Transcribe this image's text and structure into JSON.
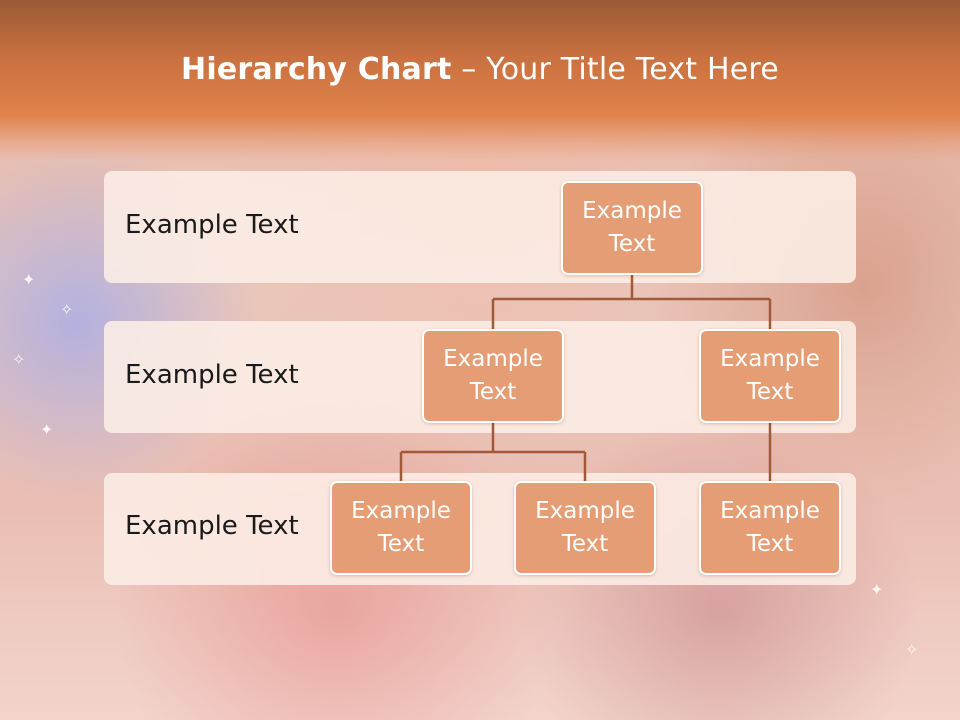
{
  "slide": {
    "title_bold": "Hierarchy Chart",
    "title_rest": " – Your Title Text Here"
  },
  "bands": [
    {
      "label": "Example Text"
    },
    {
      "label": "Example Text"
    },
    {
      "label": "Example Text"
    }
  ],
  "nodes": {
    "root": {
      "line1": "Example",
      "line2": "Text"
    },
    "level2_left": {
      "line1": "Example",
      "line2": "Text"
    },
    "level2_right": {
      "line1": "Example",
      "line2": "Text"
    },
    "level3_a": {
      "line1": "Example",
      "line2": "Text"
    },
    "level3_b": {
      "line1": "Example",
      "line2": "Text"
    },
    "level3_c": {
      "line1": "Example",
      "line2": "Text"
    }
  },
  "colors": {
    "node_fill": "#e49d74",
    "connector": "#a05a3a",
    "header": "#e0834c"
  }
}
